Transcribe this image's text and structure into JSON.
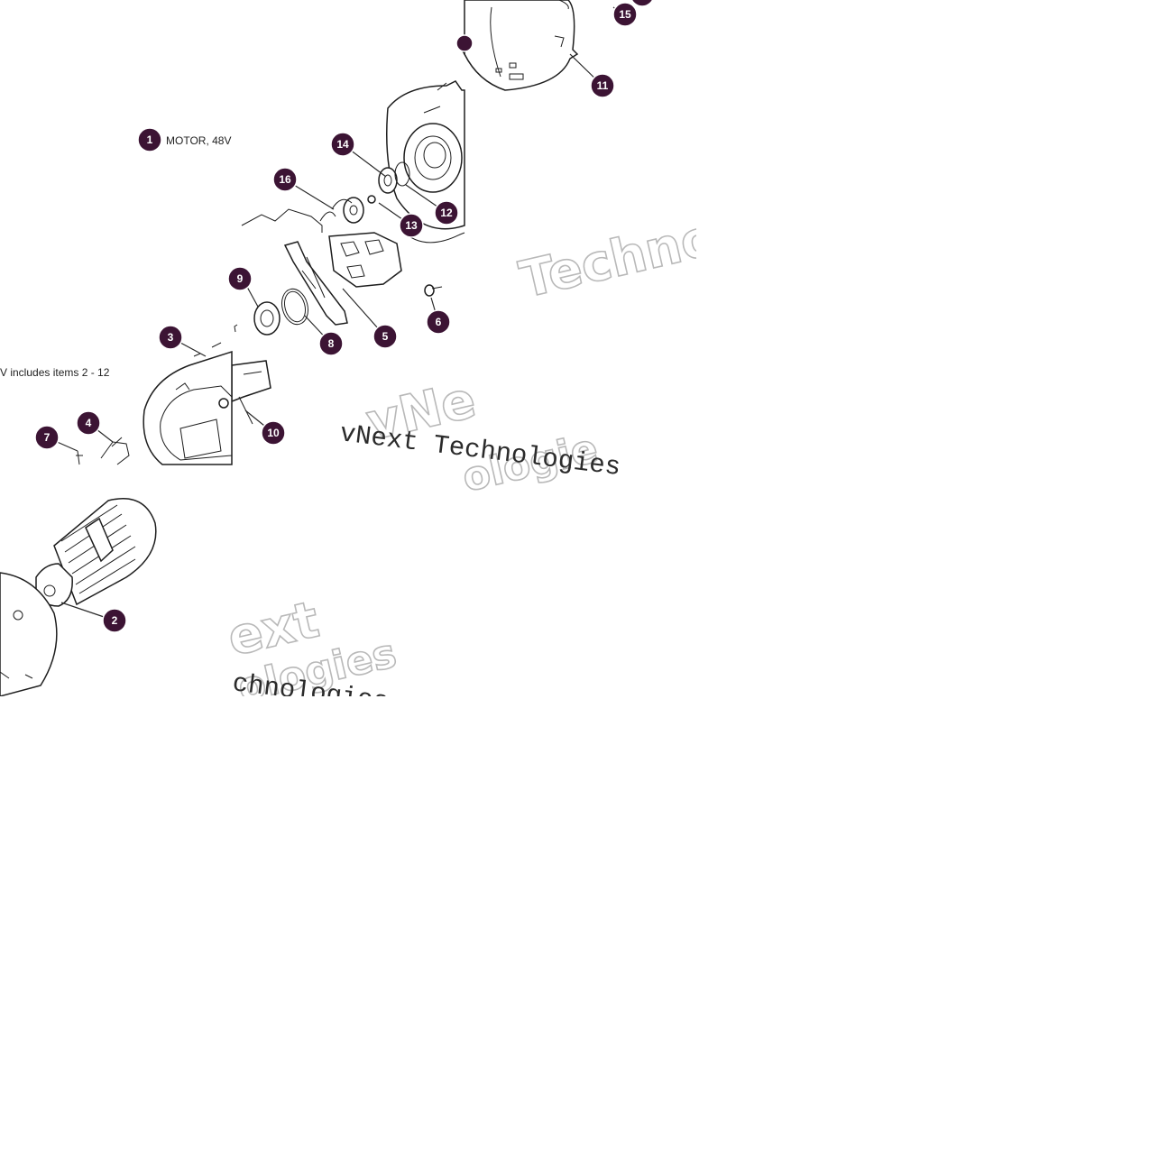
{
  "title_label": "MOTOR, 48V",
  "includes_label": "V includes items 2 - 12",
  "callouts": [
    "1",
    "2",
    "3",
    "4",
    "5",
    "6",
    "7",
    "8",
    "9",
    "10",
    "11",
    "12",
    "13",
    "14",
    "15",
    "16"
  ],
  "watermark": {
    "outline_1": "Techno",
    "outline_2": "vNe",
    "outline_3": "ologie",
    "outline_4": "ext",
    "outline_5": "ologies",
    "serif_1": "vNext Technologies",
    "serif_2": "chnologies"
  },
  "colors": {
    "callout_fill": "#3c1434",
    "line": "#1e1e1e",
    "watermark_outline": "#b9b9b9"
  }
}
